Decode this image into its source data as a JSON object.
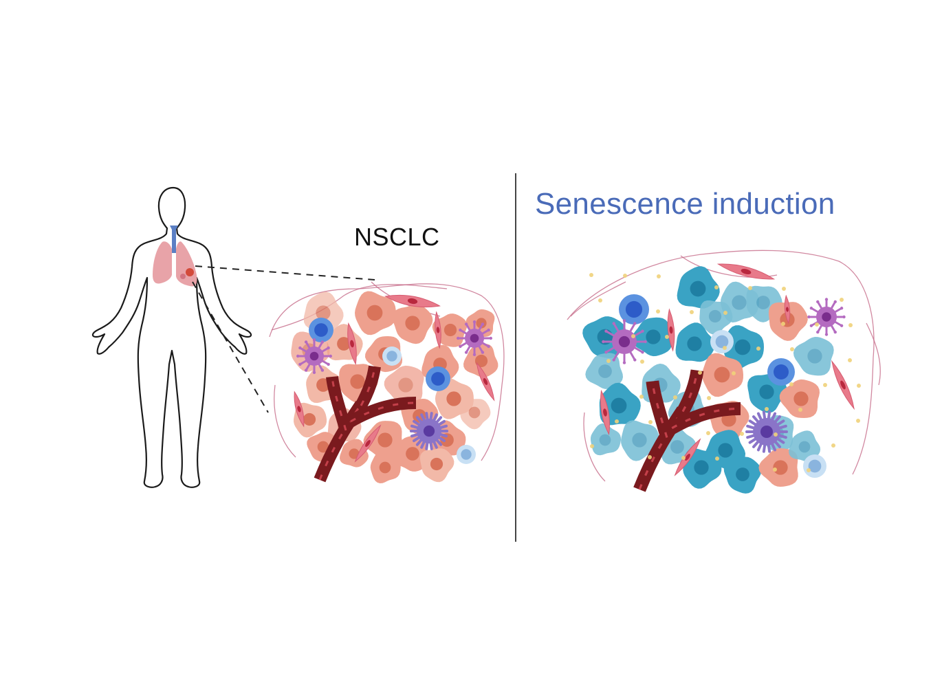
{
  "figure": {
    "left_panel": {
      "label": "NSCLC",
      "description": "Human body outline with lungs and tumor; zoomed inset of tumor microenvironment"
    },
    "right_panel": {
      "title": "Senescence induction",
      "description": "Tumor microenvironment after senescence induction with senescent (blue) tumor cells"
    },
    "colors": {
      "title_blue": "#4a6bb8",
      "tumor_cell": "#eea08e",
      "tumor_nucleus": "#d9735a",
      "senescent_cell": "#3aa3c4",
      "senescent_nucleus": "#1f7fa3",
      "lung": "#e8a3a8",
      "trachea": "#5b7fc4",
      "vessel": "#7a1a1e",
      "fibroblast": "#e87a8a",
      "t_cell": "#4a86d8",
      "macrophage": "#b46bc0",
      "dendritic": "#8a74c8",
      "sasp_dot": "#f0d27a"
    },
    "cell_types": [
      {
        "name": "tumor-cell"
      },
      {
        "name": "senescent-tumor-cell"
      },
      {
        "name": "t-cell"
      },
      {
        "name": "b-cell"
      },
      {
        "name": "macrophage"
      },
      {
        "name": "dendritic-cell"
      },
      {
        "name": "fibroblast"
      },
      {
        "name": "blood-vessel"
      },
      {
        "name": "sasp-factor"
      }
    ]
  }
}
